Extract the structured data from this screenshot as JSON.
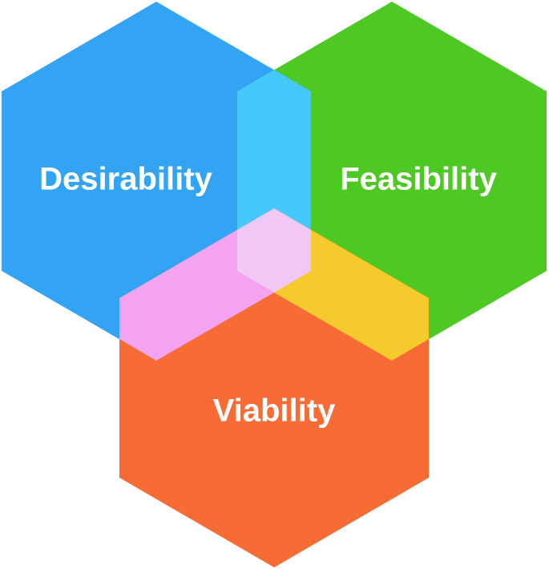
{
  "diagram": {
    "circles": {
      "desirability": {
        "label": "Desirability",
        "color": "#33A4F3"
      },
      "feasibility": {
        "label": "Feasibility",
        "color": "#4EC823"
      },
      "viability": {
        "label": "Viability",
        "color": "#F76B35"
      }
    },
    "overlaps": {
      "desirability_feasibility": {
        "color": "#45C8FC"
      },
      "desirability_viability": {
        "color": "#F3A3F0"
      },
      "feasibility_viability": {
        "color": "#F5CA2C"
      },
      "center": {
        "color": "#F0C7F5"
      }
    }
  }
}
